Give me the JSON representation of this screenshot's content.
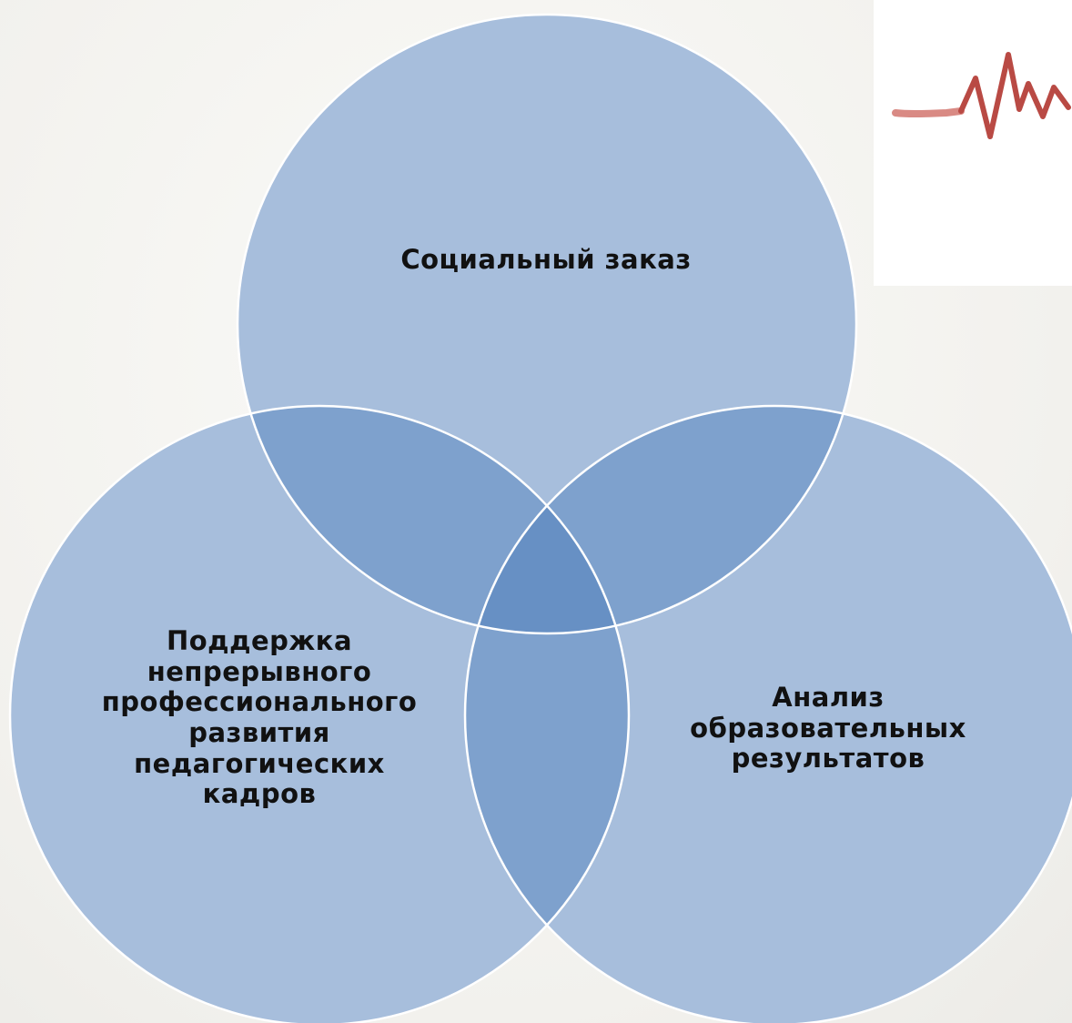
{
  "diagram": {
    "type": "venn",
    "circles": [
      {
        "id": "top",
        "label": "Социальный заказ"
      },
      {
        "id": "left",
        "label": "Поддержка\nнепрерывного\nпрофессионального\nразвития\nпедагогических\nкадров"
      },
      {
        "id": "right",
        "label": "Анализ\nобразовательных\nрезультатов"
      }
    ],
    "colors": {
      "circle_fill": "#a7bedc",
      "overlap_fill": "#7ea1cd",
      "center_fill": "#6790c4",
      "outline": "#ffffff",
      "background": "#f4f3f0"
    }
  },
  "logo": {
    "icon": "heartbeat-line-icon",
    "colors": {
      "flat_line": "#d98a84",
      "wave": "#b94a44"
    }
  }
}
